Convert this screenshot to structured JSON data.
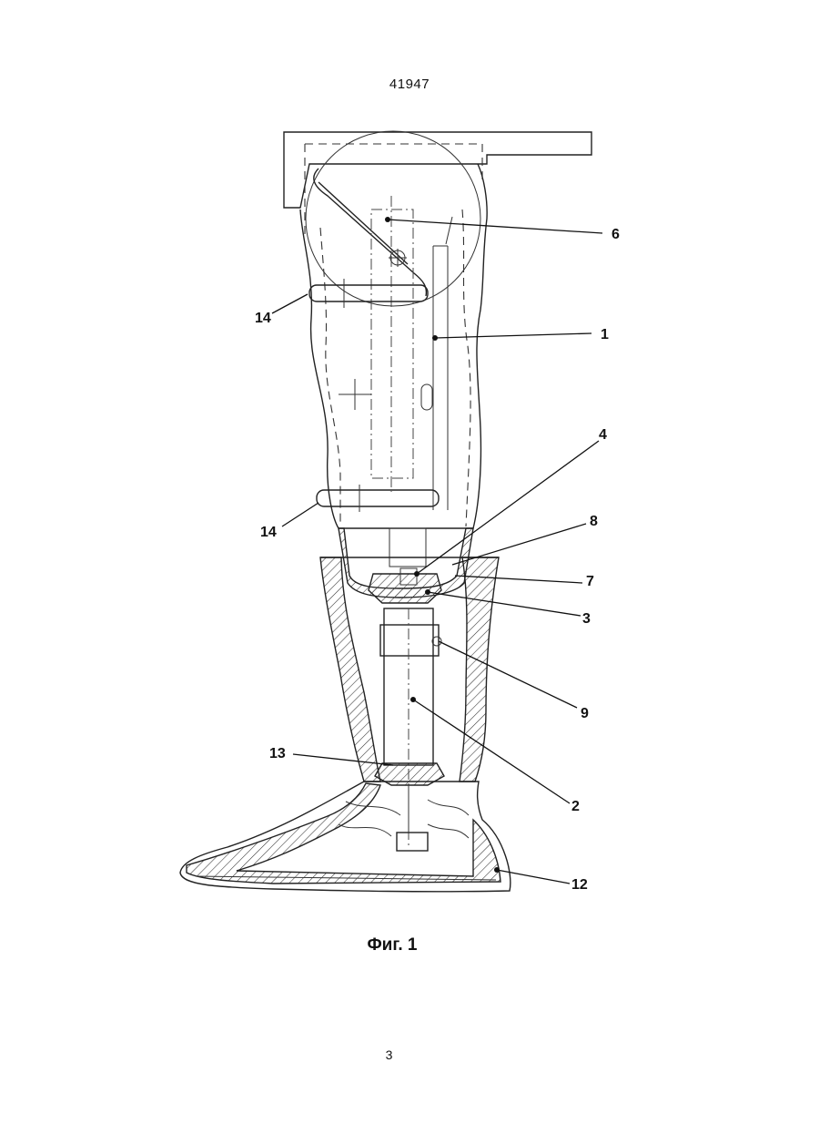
{
  "header": {
    "doc_number": "41947"
  },
  "figure": {
    "caption": "Фиг. 1",
    "callouts": {
      "c1": "1",
      "c2": "2",
      "c3": "3",
      "c4": "4",
      "c6": "6",
      "c7": "7",
      "c8": "8",
      "c9": "9",
      "c12": "12",
      "c13": "13",
      "c14a": "14",
      "c14b": "14"
    }
  },
  "footer": {
    "page_number": "3"
  }
}
